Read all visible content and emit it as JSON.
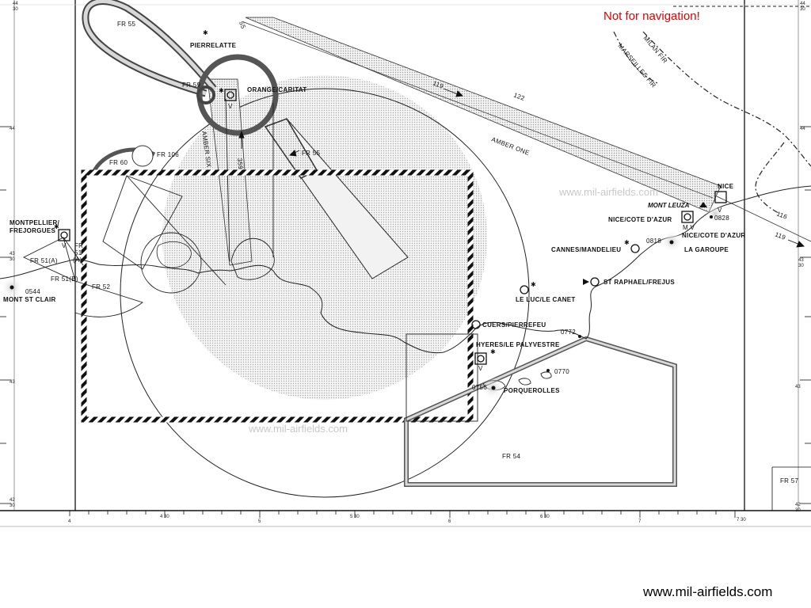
{
  "notice": "Not for navigation!",
  "website": "www.mil-airfields.com",
  "watermark": "www.mil-airfields.com",
  "airfields": {
    "pierrelatte": "PIERRELATTE",
    "orange": "ORANGE/CARITAT",
    "montpellier_1": "MONTPELLIER/",
    "montpellier_2": "FREJORGUES",
    "nice_cote": "NICE/COTE D'AZUR",
    "nice_cote_2": "NICE/COTE D'AZUR",
    "cannes": "CANNES/MANDELIEU",
    "la_garoupe": "LA GAROUPE",
    "st_raphael": "ST RAPHAEL/FREJUS",
    "le_luc": "LE LUC/LE CANET",
    "cuers": "CUERS/PIERREFEU",
    "hyeres": "HYERES/LE PALYVESTRE",
    "porquerolles": "PORQUEROLLES",
    "mont_st_clair": "MONT ST CLAIR",
    "nice": "NICE",
    "mont_leuza": "MONT LEUZA"
  },
  "zones": {
    "fr55_top": "FR 55",
    "fr59": "FR 59",
    "fr106": "FR 106",
    "fr60": "FR 60",
    "fr55_mid": "FR 55",
    "fr51a": "FR 51(A)",
    "fr51b": "FR 51(B)",
    "fr51_1": "FR",
    "fr51_2": "51",
    "fr51_3": "(A)",
    "fr52": "FR 52",
    "fr54": "FR 54",
    "fr57": "FR 57"
  },
  "airways": {
    "amber_one": "AMBER ONE",
    "amber_six": "AMBER SIX",
    "fl119_top": "119",
    "fl119_right": "119",
    "fl122": "122",
    "fl116": "116",
    "fl359": "359",
    "fl55": "55"
  },
  "fir": {
    "milan": "MILAN FIR",
    "marseilles": "MARSEILLES FIR"
  },
  "obstacles": {
    "o0544": "0544",
    "o0828": "0828",
    "o0818": "0818",
    "o0772": "0772",
    "o0770": "0770",
    "o0756": "0756"
  },
  "beacon_letters": {
    "v1": "V",
    "v2": "V",
    "v3": "V",
    "v4": "V",
    "mv": "M V"
  },
  "longitude_labels": {
    "l4": "4",
    "l430": "4 30",
    "l5": "5",
    "l530": "5 30",
    "l6": "6",
    "l630": "6 30",
    "l7": "7",
    "l730": "7 30"
  },
  "latitude_labels": {
    "lat44_30": "44\n30",
    "lat44": "44",
    "lat43_30": "43\n30",
    "lat43": "43",
    "lat42_30": "42\n30"
  }
}
